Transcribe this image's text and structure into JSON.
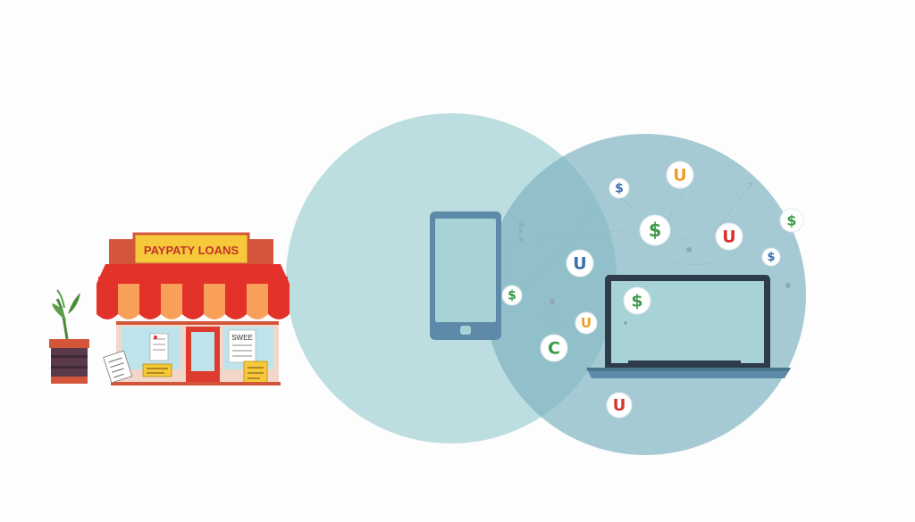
{
  "store": {
    "sign_label": "PAYPATY LOANS",
    "window_poster_label": "SWEE",
    "colors": {
      "brick": "#d4563a",
      "sign_bg": "#f6c93a",
      "awning_red": "#e2322a",
      "awning_light": "#f8a05a",
      "door": "#dd3a30",
      "window": "#bfe3ea",
      "plant_pot": "#5a3a4a",
      "plant_leaf": "#4a8a3a"
    }
  },
  "circles": {
    "left_color": "#a7d3d7",
    "right_color": "#7fb4c0"
  },
  "devices": {
    "phone_color": "#5d8aa8",
    "phone_label": "ॐ≡ ≡",
    "laptop_frame": "#2e3b4a",
    "laptop_screen": "#a7d3d7"
  },
  "coins": [
    {
      "glyph": "U",
      "color": "#e8a12a"
    },
    {
      "glyph": "$",
      "color": "#3e9a4a"
    },
    {
      "glyph": "U",
      "color": "#d5332e"
    },
    {
      "glyph": "$",
      "color": "#3e9a4a"
    },
    {
      "glyph": "$",
      "color": "#3a6fb0"
    },
    {
      "glyph": "U",
      "color": "#3a6fb0"
    },
    {
      "glyph": "$",
      "color": "#3a6fb0"
    },
    {
      "glyph": "$",
      "color": "#3e9a4a"
    },
    {
      "glyph": "$",
      "color": "#3e9a4a"
    },
    {
      "glyph": "U",
      "color": "#e8a12a"
    },
    {
      "glyph": "C",
      "color": "#3e9a4a"
    },
    {
      "glyph": "U",
      "color": "#d5332e"
    }
  ]
}
